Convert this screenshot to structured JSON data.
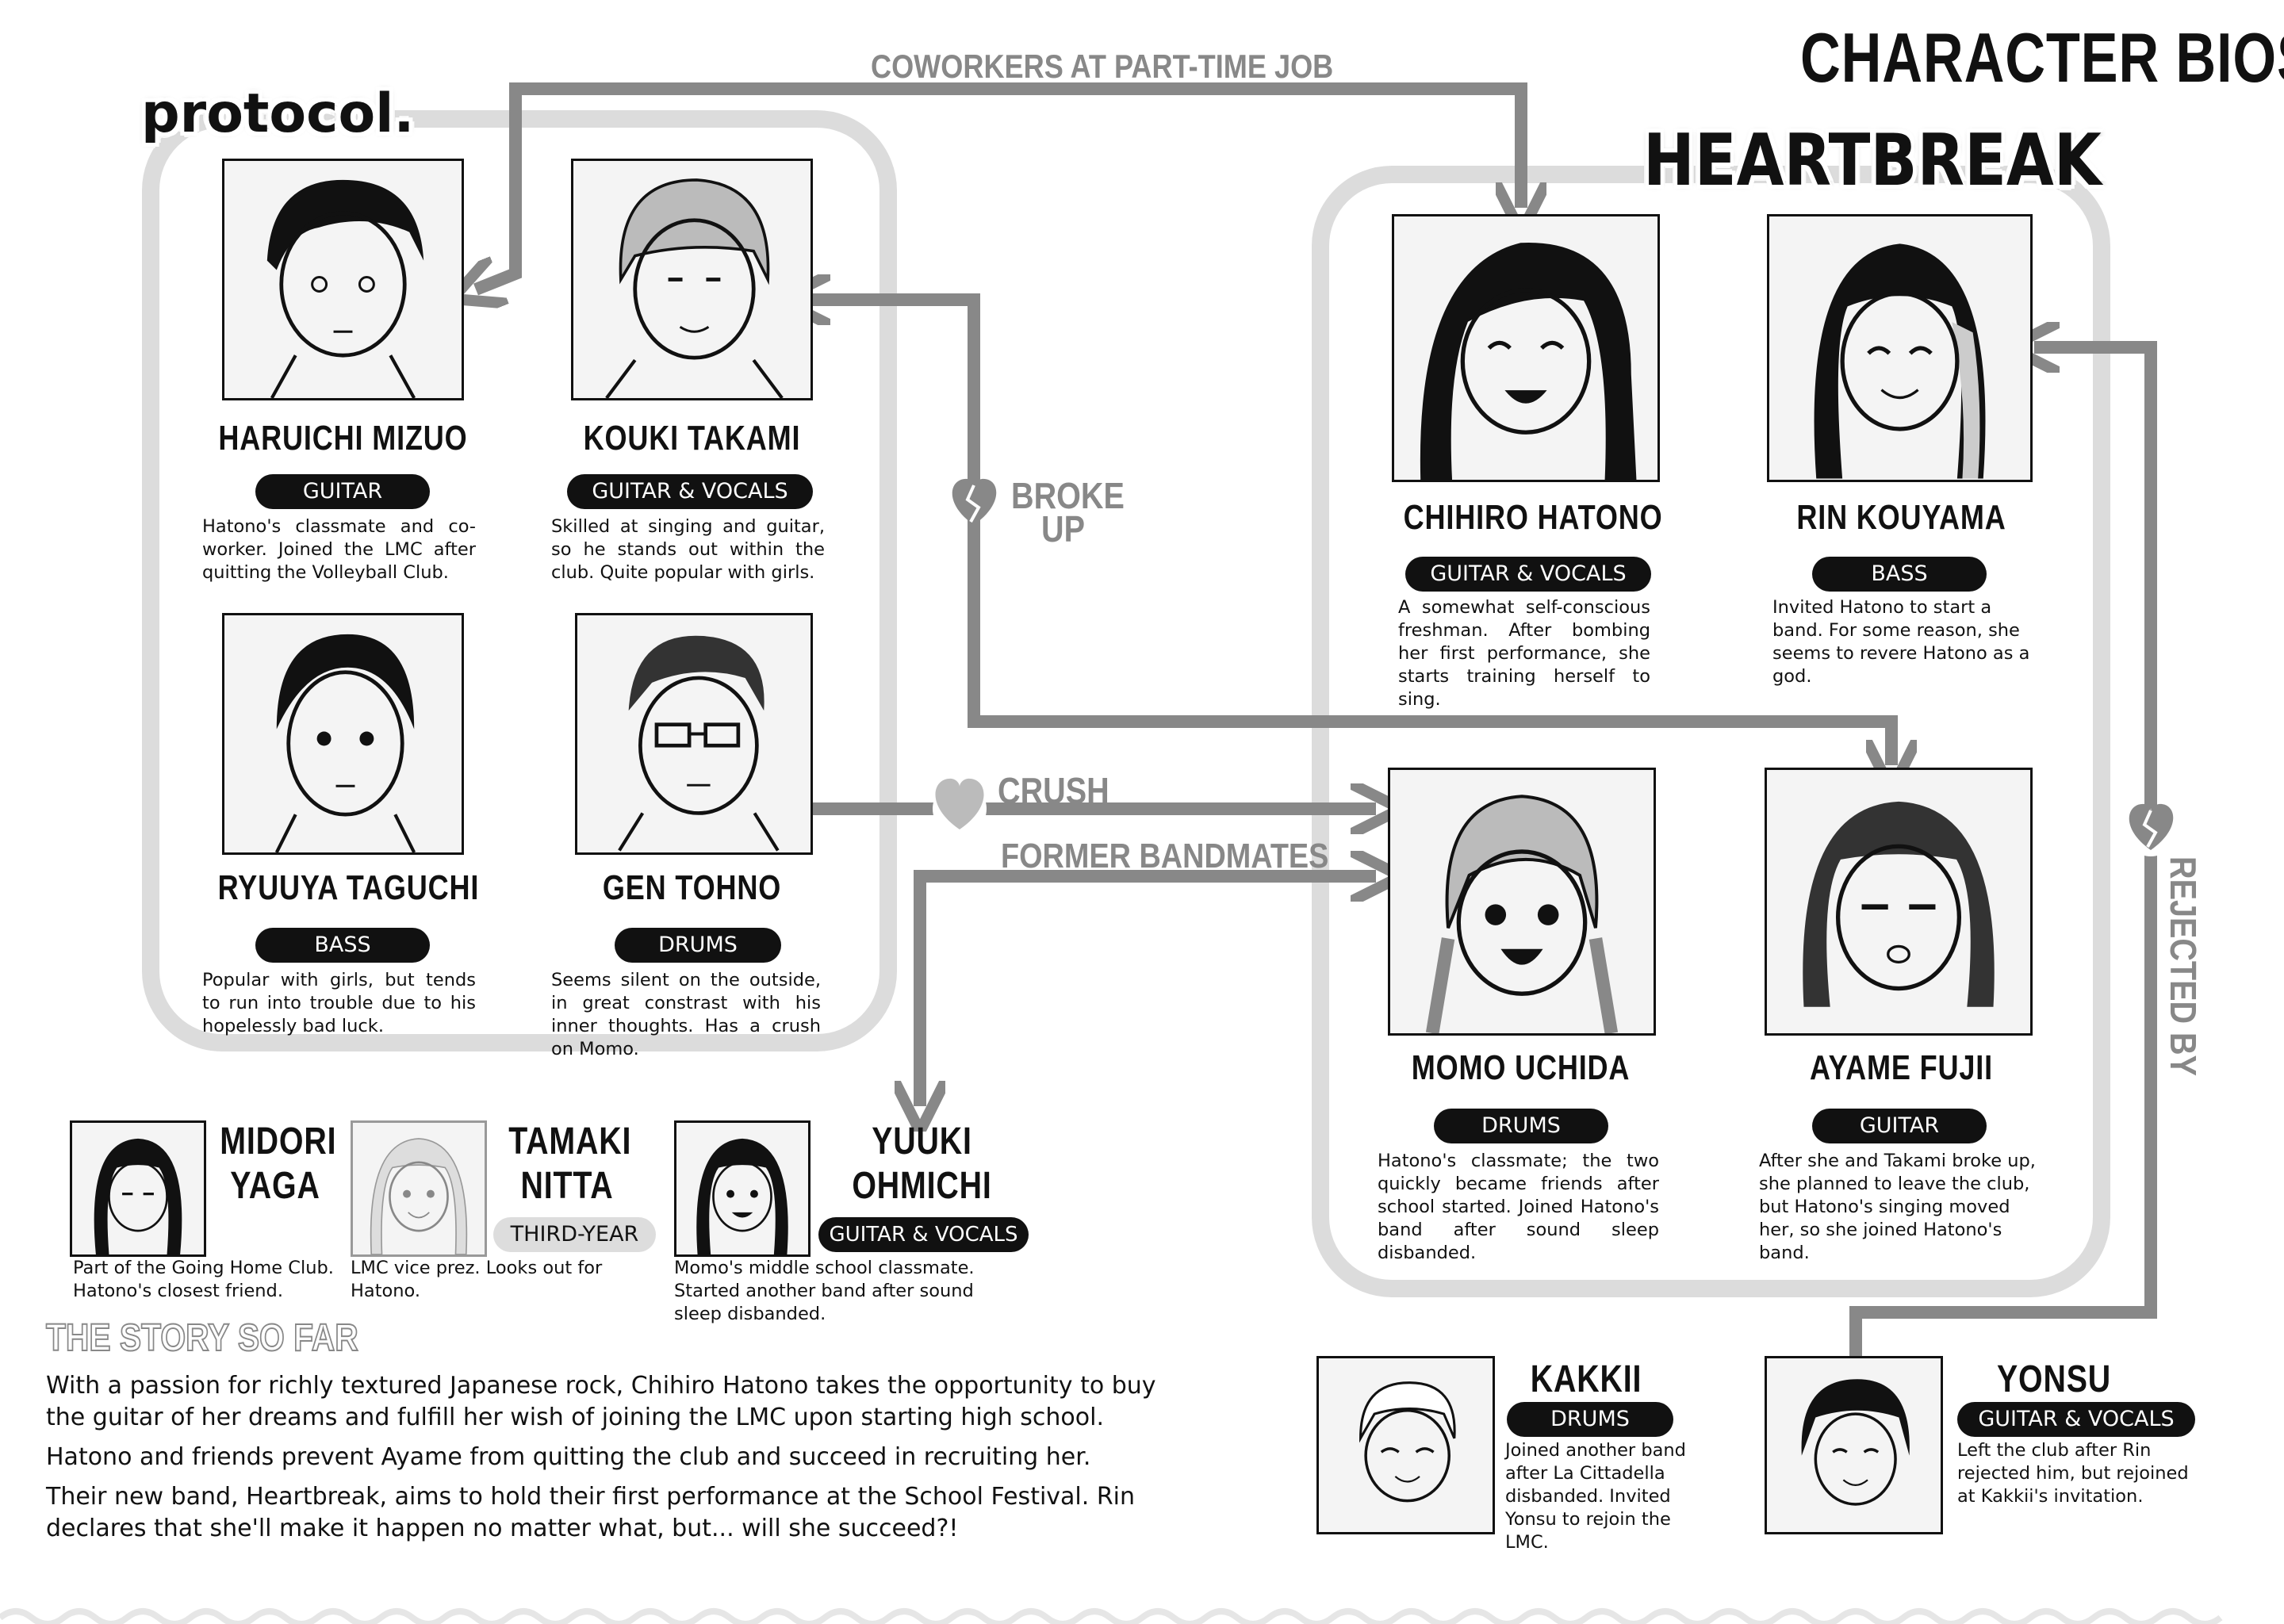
{
  "header": {
    "page_title": "CHARACTER BIOS",
    "protocol_logo": "protocol.",
    "heartbreak_logo": "HEARTBREAK"
  },
  "relations": {
    "coworkers": "COWORKERS AT PART-TIME JOB",
    "broke_up_1": "BROKE",
    "broke_up_2": "UP",
    "crush": "CRUSH",
    "former_bandmates": "FORMER BANDMATES",
    "rejected_by": "REJECTED BY"
  },
  "protocol": [
    {
      "name": "HARUICHI MIZUO",
      "role": "GUITAR",
      "desc": "Hatono's classmate and co-worker. Joined the LMC after quitting the Volleyball Club."
    },
    {
      "name": "KOUKI TAKAMI",
      "role": "GUITAR & VOCALS",
      "desc": "Skilled at singing and guitar, so he stands out within the club. Quite popular with girls."
    },
    {
      "name": "RYUUYA TAGUCHI",
      "role": "BASS",
      "desc": "Popular with girls, but tends to run into trouble due to his hopelessly bad luck."
    },
    {
      "name": "GEN TOHNO",
      "role": "DRUMS",
      "desc": "Seems silent on the outside, in great constrast with his inner thoughts. Has a crush on Momo."
    }
  ],
  "heartbreak": [
    {
      "name": "CHIHIRO HATONO",
      "role": "GUITAR & VOCALS",
      "desc": "A somewhat self-conscious freshman. After bombing her first performance, she starts training herself to sing."
    },
    {
      "name": "RIN KOUYAMA",
      "role": "BASS",
      "desc": "Invited Hatono to start a band. For some reason, she seems to revere Hatono as a god."
    },
    {
      "name": "MOMO UCHIDA",
      "role": "DRUMS",
      "desc": "Hatono's classmate; the two quickly became friends after school started. Joined Hatono's band after sound sleep disbanded."
    },
    {
      "name": "AYAME FUJII",
      "role": "GUITAR",
      "desc": "After she and Takami broke up, she planned to leave the club, but Hatono's singing moved her, so she joined Hatono's band."
    }
  ],
  "others": [
    {
      "name1": "MIDORI",
      "name2": "YAGA",
      "role": "",
      "desc": "Part of the Going Home Club. Hatono's closest friend."
    },
    {
      "name1": "TAMAKI",
      "name2": "NITTA",
      "role": "THIRD-YEAR",
      "desc": "LMC vice prez. Looks out for Hatono."
    },
    {
      "name1": "YUUKI",
      "name2": "OHMICHI",
      "role": "GUITAR & VOCALS",
      "desc": "Momo's middle school classmate. Started another band after sound sleep disbanded."
    },
    {
      "name1": "KAKKII",
      "name2": "",
      "role": "DRUMS",
      "desc": "Joined another band after La Cittadella disbanded. Invited Yonsu to rejoin the LMC."
    },
    {
      "name1": "YONSU",
      "name2": "",
      "role": "GUITAR & VOCALS",
      "desc": "Left the club after Rin rejected him, but rejoined at Kakkii's invitation."
    }
  ],
  "story": {
    "heading": "THE STORY SO FAR",
    "p1": "With a passion for richly textured Japanese rock, Chihiro Hatono takes the opportunity to buy the guitar of her dreams and fulfill her wish of joining the LMC upon starting high school.",
    "p2": "Hatono and friends prevent Ayame from quitting the club and succeed in recruiting her.",
    "p3": "Their new band, Heartbreak, aims to hold their first performance at the School Festival. Rin declares that she'll make it happen no matter what, but... will she succeed?!"
  },
  "colors": {
    "ink": "#111111",
    "arrow": "#888888",
    "frame": "#dcdcdc",
    "pill": "#111111"
  }
}
